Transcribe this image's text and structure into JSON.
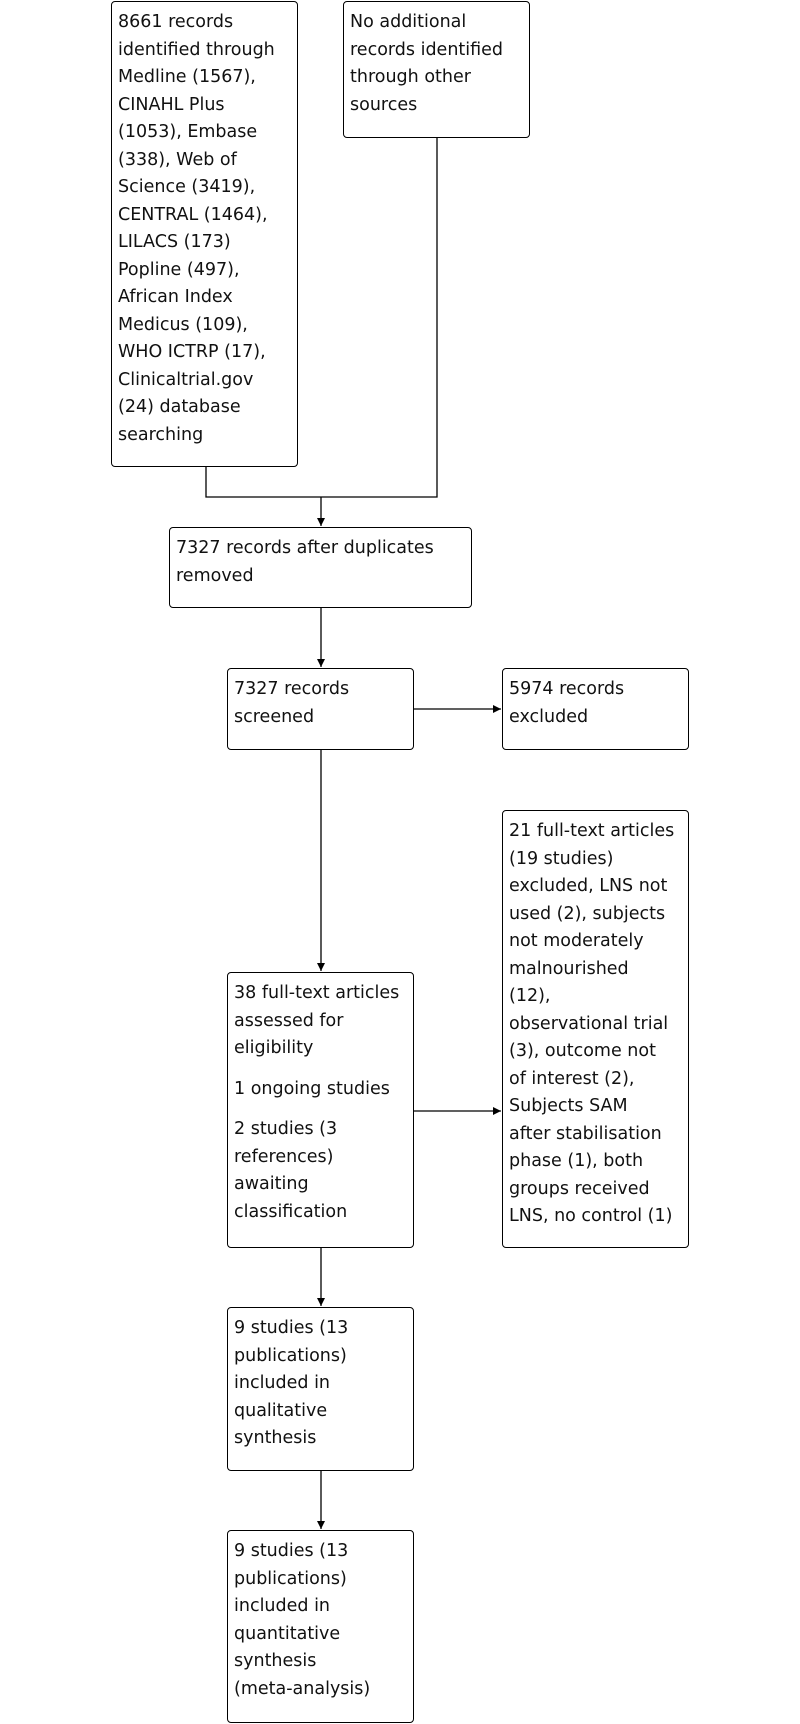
{
  "identification": {
    "database_records": [
      "8661 records",
      "identified through",
      "Medline (1567),",
      "CINAHL Plus",
      "(1053), Embase",
      "(338), Web of",
      "Science (3419),",
      "CENTRAL (1464),",
      "LILACS (173)",
      "Popline (497),",
      "African Index",
      "Medicus (109),",
      "WHO ICTRP (17),",
      "Clinicaltrial.gov",
      "(24) database",
      "searching"
    ],
    "other_sources": [
      "No additional",
      "records identified",
      "through other",
      "sources"
    ]
  },
  "after_duplicates": [
    "7327 records after duplicates",
    "removed"
  ],
  "screened": [
    "7327 records",
    "screened"
  ],
  "excluded": [
    "5974 records",
    "excluded"
  ],
  "full_text_excluded": [
    "21 full-text articles",
    "(19 studies)",
    "excluded, LNS not",
    "used (2), subjects",
    "not moderately",
    "malnourished",
    "(12),",
    "observational trial",
    "(3), outcome not",
    "of interest (2),",
    "Subjects SAM",
    "after stabilisation",
    "phase (1), both",
    "groups received",
    "LNS, no control (1)"
  ],
  "eligibility": {
    "assessed": [
      "38 full-text articles",
      "assessed for",
      "eligibility"
    ],
    "ongoing": [
      "1 ongoing studies"
    ],
    "awaiting": [
      "2 studies (3",
      "references)",
      "awaiting",
      "classification"
    ]
  },
  "qualitative": [
    "9 studies (13",
    "publications)",
    "included in",
    "qualitative",
    "synthesis"
  ],
  "quantitative": [
    "9 studies (13",
    "publications)",
    "included in",
    "quantitative",
    "synthesis",
    "(meta-analysis)"
  ]
}
